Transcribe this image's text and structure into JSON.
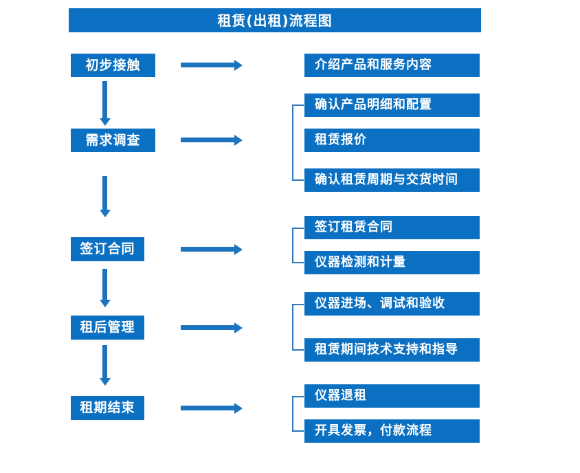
{
  "title": "租赁(出租)流程图",
  "colors": {
    "box_fill": "#0b70c2",
    "arrow": "#1b74bd",
    "bracket_line": "#2e78bd",
    "text": "#ffffff",
    "background": "#ffffff"
  },
  "steps": [
    {
      "label": "初步接触",
      "details": [
        "介绍产品和服务内容"
      ]
    },
    {
      "label": "需求调查",
      "details": [
        "确认产品明细和配置",
        "租赁报价",
        "确认租赁周期与交货时间"
      ]
    },
    {
      "label": "签订合同",
      "details": [
        "签订租赁合同",
        "仪器检测和计量"
      ]
    },
    {
      "label": "租后管理",
      "details": [
        "仪器进场、调试和验收",
        "租赁期间技术支持和指导"
      ]
    },
    {
      "label": "租期结束",
      "details": [
        "仪器退租",
        "开具发票，付款流程"
      ]
    }
  ]
}
